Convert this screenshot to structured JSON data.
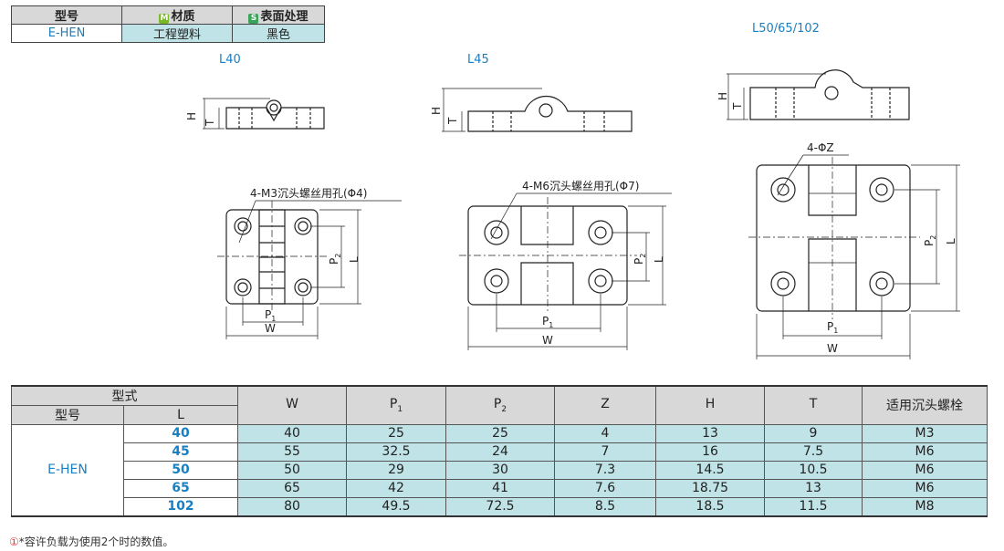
{
  "spec": {
    "headers": {
      "model": "型号",
      "material_tag": "M",
      "material": "材质",
      "surface_tag": "S",
      "surface": "表面处理"
    },
    "values": {
      "model": "E-HEN",
      "material": "工程塑料",
      "surface": "黑色"
    }
  },
  "figures": {
    "l40": "L40",
    "l45": "L45",
    "l50": "L50/65/102",
    "hole1": "4-M3沉头螺丝用孔(Φ4)",
    "hole2": "4-M6沉头螺丝用孔(Φ7)",
    "hole3": "4-ΦZ",
    "dims": {
      "h": "H",
      "t": "T",
      "p1": "P",
      "p2": "P",
      "sub1": "1",
      "sub2": "2",
      "l": "L",
      "w": "W"
    }
  },
  "table": {
    "group_header": "型式",
    "col_model": "型号",
    "col_l": "L",
    "columns": [
      {
        "main": "W",
        "sub": ""
      },
      {
        "main": "P",
        "sub": "1"
      },
      {
        "main": "P",
        "sub": "2"
      },
      {
        "main": "Z",
        "sub": ""
      },
      {
        "main": "H",
        "sub": ""
      },
      {
        "main": "T",
        "sub": ""
      },
      {
        "main": "适用沉头螺栓",
        "sub": ""
      }
    ],
    "model": "E-HEN",
    "rows": [
      {
        "l": "40",
        "cells": [
          "40",
          "25",
          "25",
          "4",
          "13",
          "9",
          "M3"
        ]
      },
      {
        "l": "45",
        "cells": [
          "55",
          "32.5",
          "24",
          "7",
          "16",
          "7.5",
          "M6"
        ]
      },
      {
        "l": "50",
        "cells": [
          "50",
          "29",
          "30",
          "7.3",
          "14.5",
          "10.5",
          "M6"
        ]
      },
      {
        "l": "65",
        "cells": [
          "65",
          "42",
          "41",
          "7.6",
          "18.75",
          "13",
          "M6"
        ]
      },
      {
        "l": "102",
        "cells": [
          "80",
          "49.5",
          "72.5",
          "8.5",
          "18.5",
          "11.5",
          "M8"
        ]
      }
    ]
  },
  "note": {
    "icon": "①",
    "text": "*容许负载为使用2个时的数值。"
  }
}
